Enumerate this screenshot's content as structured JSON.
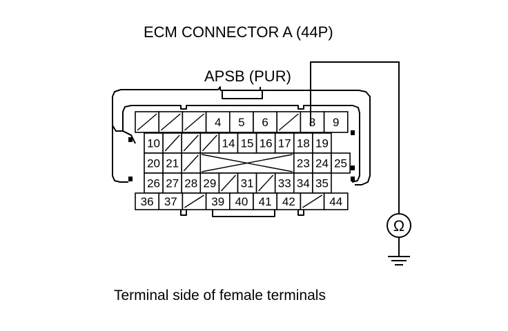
{
  "diagram": {
    "title": "ECM CONNECTOR A (44P)",
    "wire_label": "APSB (PUR)",
    "caption": "Terminal side of female terminals",
    "meter_symbol": "Ω",
    "meter_icon": "ohmmeter-icon",
    "ground_icon": "ground-icon",
    "probed_terminal": "8",
    "rows": [
      [
        "",
        "",
        "",
        "4",
        "5",
        "6",
        "",
        "8",
        "9"
      ],
      [
        "10",
        "",
        "",
        "",
        "14",
        "15",
        "16",
        "17",
        "18",
        "19"
      ],
      [
        "20",
        "21",
        "",
        "X",
        "23",
        "24",
        "25"
      ],
      [
        "26",
        "27",
        "28",
        "29",
        "",
        "31",
        "",
        "33",
        "34",
        "35"
      ],
      [
        "36",
        "37",
        "",
        "39",
        "40",
        "41",
        "42",
        "",
        "44"
      ]
    ]
  }
}
